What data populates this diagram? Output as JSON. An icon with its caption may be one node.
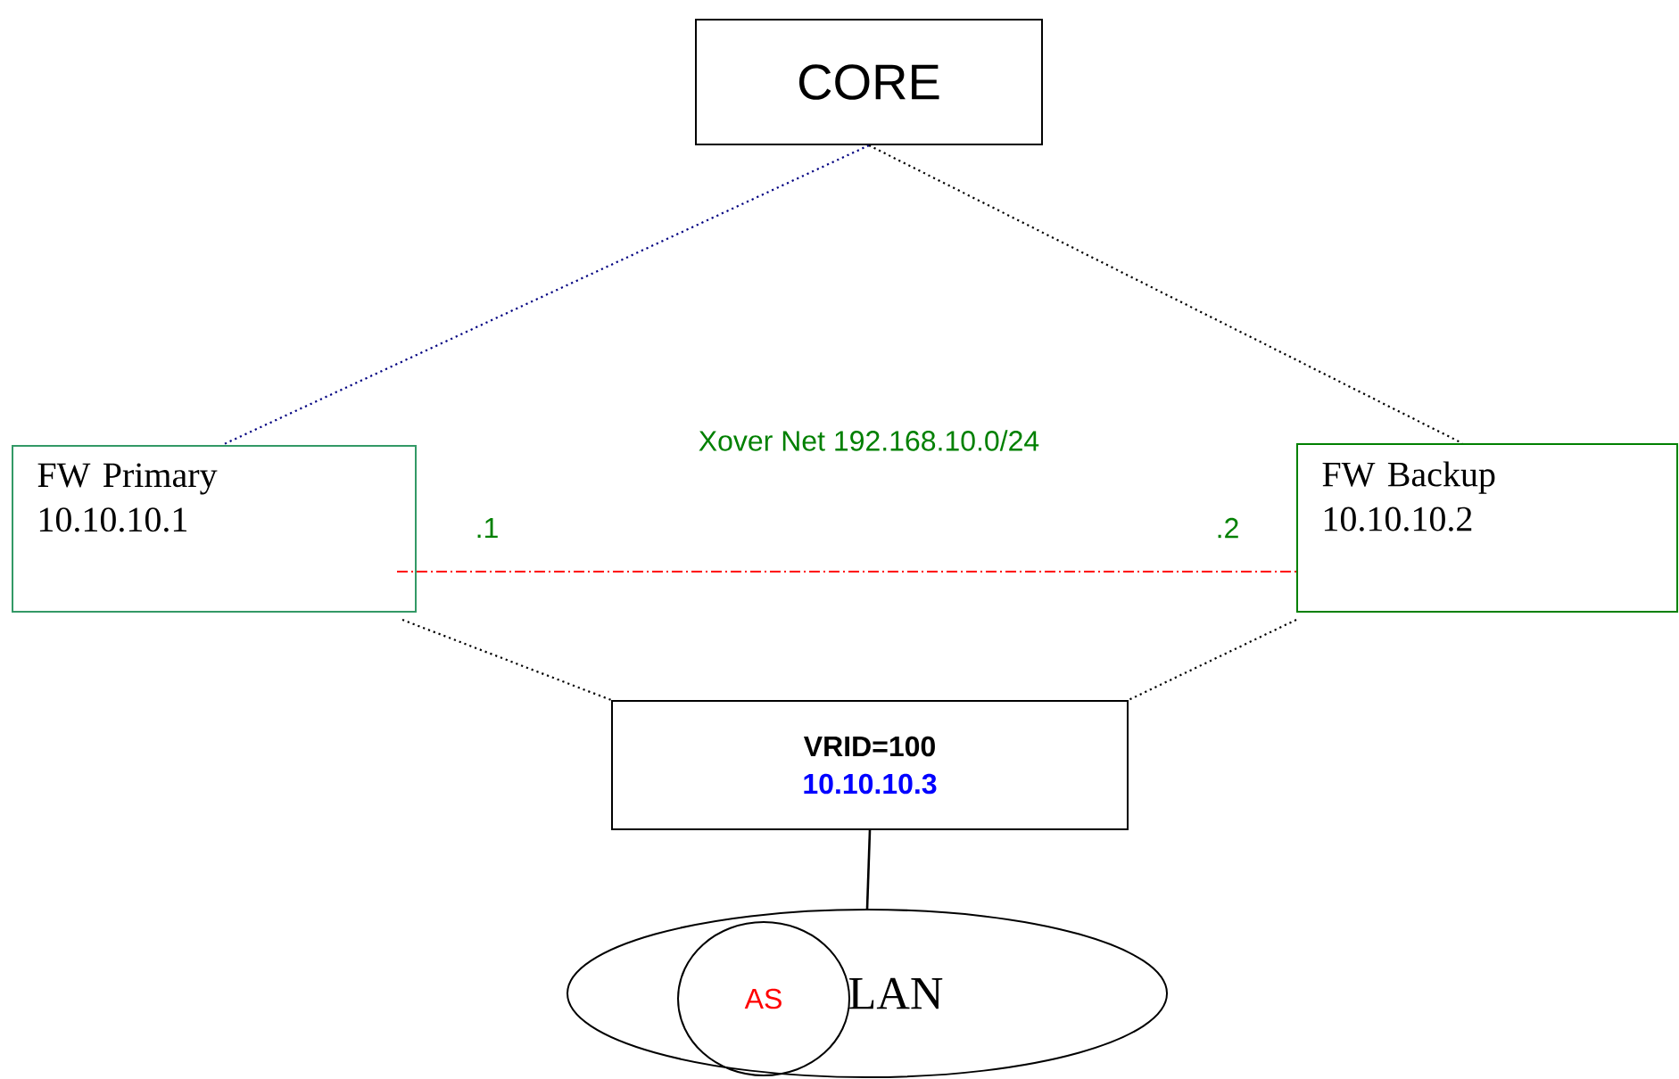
{
  "diagram": {
    "nodes": [
      {
        "text": [
          "CORE"
        ]
      },
      {
        "text": [
          "FW Primary 10.10.10.1"
        ]
      },
      {
        "text": [
          "FW Backup 10.10.10.2"
        ]
      },
      {
        "text": [
          "VRID=100",
          "10.10.10.3"
        ]
      },
      {
        "text": [
          "LAN"
        ]
      },
      {
        "text": [
          "AS"
        ],
        "in": 4
      }
    ],
    "edges": [
      {
        "from": 0,
        "to": 1,
        "arrow": "none",
        "style": "dashed",
        "color": "#000080"
      },
      {
        "from": 0,
        "to": 2,
        "arrow": "none",
        "style": "dashed"
      },
      {
        "from": 1,
        "to": 3,
        "arrow": "none",
        "style": "dashed"
      },
      {
        "from": 2,
        "to": 3,
        "arrow": "none",
        "style": "dashed"
      },
      {
        "from": 1,
        "to": 2,
        "arrow": "none",
        "style": "dashed",
        "color": "#ff0000"
      },
      {
        "from": 3,
        "to": 4,
        "arrow": "none"
      }
    ],
    "labels": [
      "Xover Net 192.168.10.0/24",
      ".1",
      ".2"
    ]
  }
}
